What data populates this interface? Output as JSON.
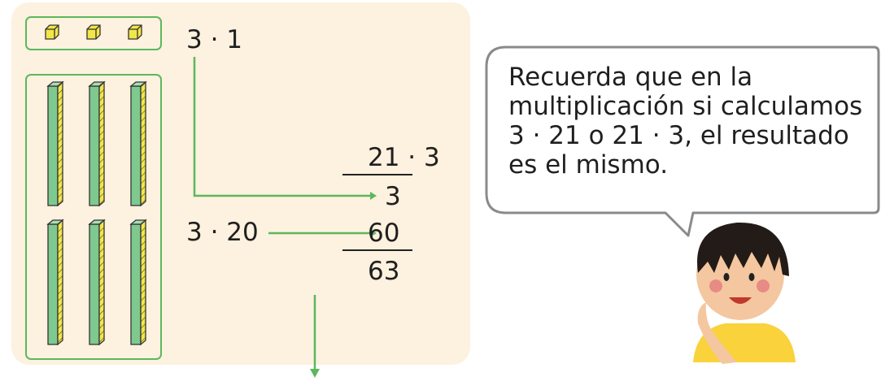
{
  "units_expression": "3 · 1",
  "tens_expression": "3 · 20",
  "column_header": "21 · 3",
  "partial_product_units": "3",
  "partial_product_tens": "60",
  "total": "63",
  "speech_bubble_lines": [
    "Recuerda que en la",
    "multiplicación si calculamos",
    "3 · 21 o 21 · 3, el resultado",
    "es el mismo."
  ],
  "colors": {
    "panel_background": "#fdf1df",
    "box_border": "#5bb85d",
    "arrow": "#5bb85d",
    "ten_rod": "#7ec98f",
    "unit_cube": "#f2e64a"
  }
}
